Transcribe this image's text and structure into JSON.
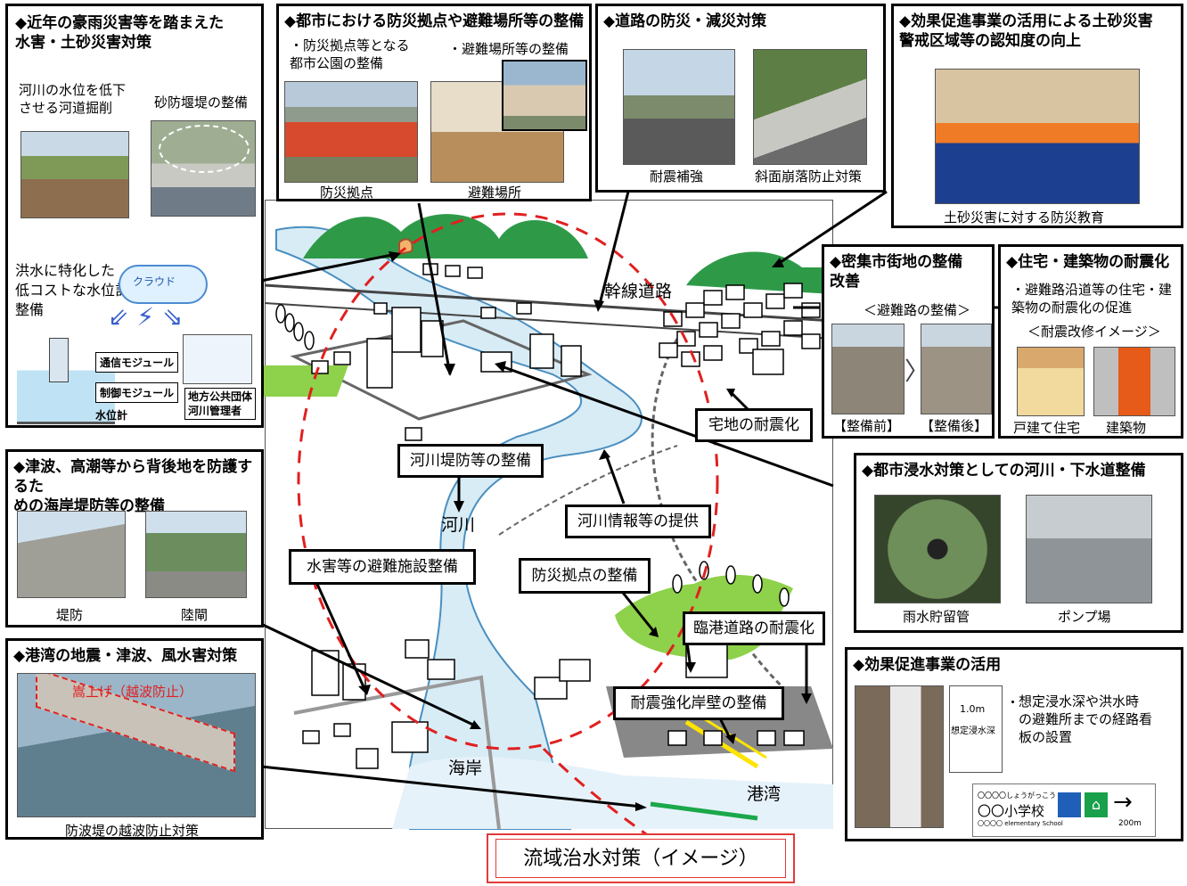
{
  "map": {
    "labels": {
      "trunk_road": "幹線道路",
      "river": "河川",
      "coast": "海岸",
      "harbor": "港湾"
    },
    "callouts": {
      "house_seismic": "宅地の耐震化",
      "levee": "河川堤防等の整備",
      "river_info": "河川情報等の提供",
      "evac_facility": "水害等の避難施設整備",
      "base": "防災拠点の整備",
      "port_road": "臨港道路の耐震化",
      "quay": "耐震強化岸壁の整備"
    }
  },
  "panels": {
    "rain": {
      "title": "◆近年の豪雨災害等を踏まえた\n水害・土砂災害対策",
      "dredge": "河川の水位を低下\nさせる河道掘削",
      "sabo": "砂防堰堤の整備",
      "gauge": "洪水に特化した\n低コストな水位計\n整備",
      "cloud": "クラウド",
      "comm": "通信モジュール",
      "ctrl": "制御モジュール",
      "gov": "地方公共団体\n河川管理者",
      "meter": "水位計"
    },
    "urban": {
      "title": "◆都市における防災拠点や避難場所等の整備",
      "park": "・防災拠点等となる\n都市公園の整備",
      "evac": "・避難場所等の整備",
      "cap1": "防災拠点",
      "cap2": "避難場所"
    },
    "road": {
      "title": "◆道路の防災・減災対策",
      "cap1": "耐震補強",
      "cap2": "斜面崩落防止対策"
    },
    "edu": {
      "title": "◆効果促進事業の活用による土砂災害\n警戒区域等の認知度の向上",
      "cap": "土砂災害に対する防災教育"
    },
    "dense": {
      "title": "◆密集市街地の整備\n改善",
      "sub": "＜避難路の整備＞",
      "cap1": "【整備前】",
      "cap2": "【整備後】"
    },
    "quake": {
      "title": "◆住宅・建築物の耐震化",
      "text": "・避難路沿道等の住宅・建\n築物の耐震化の促進",
      "sub": "＜耐震改修イメージ＞",
      "cap1": "戸建て住宅",
      "cap2": "建築物"
    },
    "tsunami": {
      "title": "◆津波、高潮等から背後地を防護するた\nめの海岸堤防等の整備",
      "cap1": "堤防",
      "cap2": "陸閘"
    },
    "port": {
      "title": "◆港湾の地震・津波、風水害対策",
      "overlay": "嵩上げ（越波防止）",
      "cap": "防波堤の越波防止対策"
    },
    "sewer": {
      "title": "◆都市浸水対策としての河川・下水道整備",
      "cap1": "雨水貯留管",
      "cap2": "ポンプ場"
    },
    "promo": {
      "title": "◆効果促進事業の活用",
      "bullet": "・",
      "text": "想定浸水深や洪水時\nの避難所までの経路看\n板の設置",
      "sign_depth": "想定浸水深",
      "sign_depth_val": "1.0m",
      "sign_school_kana": "〇〇〇〇しょうがっこう",
      "sign_school": "〇〇小学校",
      "sign_school_en": "〇〇〇〇 elementary School",
      "sign_dist": "200m"
    }
  },
  "footer": {
    "title": "流域治水対策（イメージ）"
  },
  "colors": {
    "dashed_circle": "#e02020",
    "river": "#d8ecf6",
    "hill": "#2e9a48",
    "green_area": "#8ed14a",
    "footer_border": "#e23a3a"
  }
}
